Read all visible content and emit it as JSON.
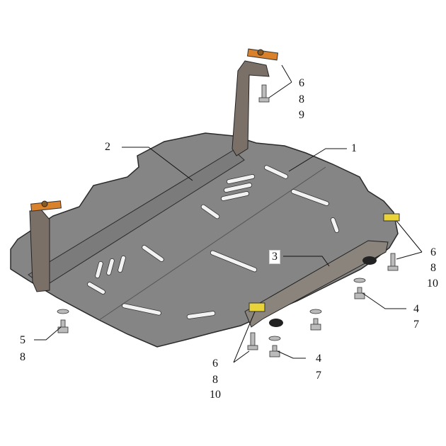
{
  "colors": {
    "plate": "#858585",
    "plate_edge": "#2a2a2a",
    "bracket": "#7a7068",
    "pad_orange": "#d9822b",
    "pad_yellow": "#e8d43a",
    "slot": "#f2f2f2"
  },
  "callouts": {
    "part1": "1",
    "part2": "2",
    "part3": "3",
    "top_right": [
      "6",
      "8",
      "9"
    ],
    "right": [
      "6",
      "8",
      "10"
    ],
    "right_lower": [
      "4",
      "7"
    ],
    "left_lower": [
      "5",
      "8"
    ],
    "bottom_center": [
      "6",
      "8",
      "10"
    ],
    "bottom_right": [
      "4",
      "7"
    ]
  }
}
